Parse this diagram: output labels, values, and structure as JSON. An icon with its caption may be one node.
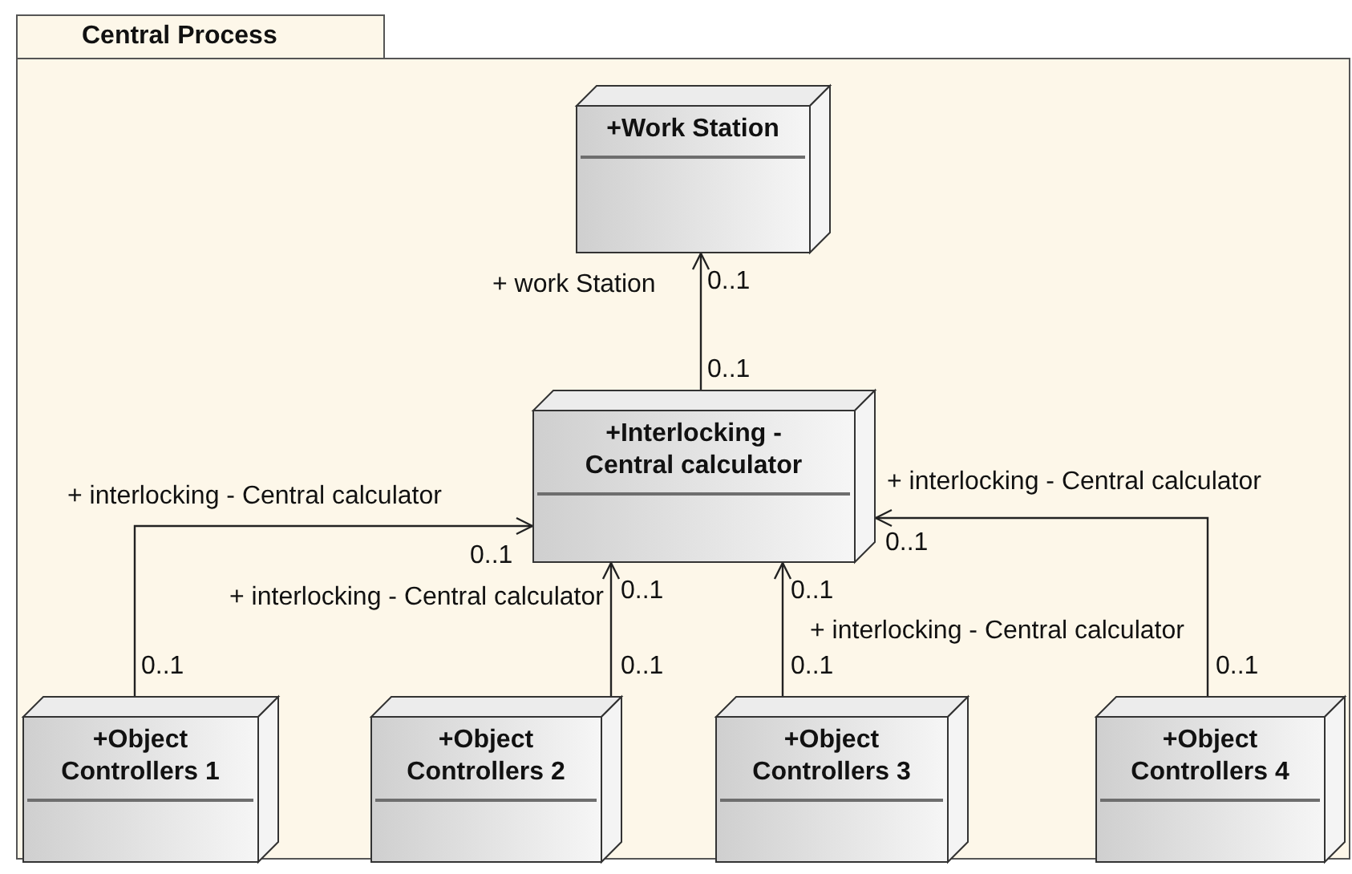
{
  "diagram": {
    "nodes": [
      {
        "text": [
          "Central Process"
        ]
      },
      {
        "text": [
          "+Work Station"
        ],
        "in": 0
      },
      {
        "text": [
          "+Interlocking - Central calculator"
        ],
        "in": 0
      },
      {
        "text": [
          "+Object Controllers 1"
        ],
        "in": 0
      },
      {
        "text": [
          "+Object Controllers 2"
        ],
        "in": 0
      },
      {
        "text": [
          "+Object Controllers 3"
        ],
        "in": 0
      },
      {
        "text": [
          "+Object Controllers 4"
        ],
        "in": 0
      }
    ],
    "edges": [
      {
        "from": 2,
        "to": 1,
        "arrow": "to",
        "label": "+ work Station"
      },
      {
        "from": 3,
        "to": 2,
        "arrow": "to",
        "label": "+ interlocking - Central calculator"
      },
      {
        "from": 4,
        "to": 2,
        "arrow": "to",
        "label": "+ interlocking - Central calculator"
      },
      {
        "from": 5,
        "to": 2,
        "arrow": "to",
        "label": "+ interlocking - Central calculator"
      },
      {
        "from": 6,
        "to": 2,
        "arrow": "to",
        "label": "+ interlocking - Central calculator"
      }
    ],
    "labels": [
      "0..1",
      "0..1",
      "0..1",
      "0..1",
      "0..1",
      "0..1",
      "0..1",
      "0..1",
      "0..1",
      "0..1"
    ]
  }
}
